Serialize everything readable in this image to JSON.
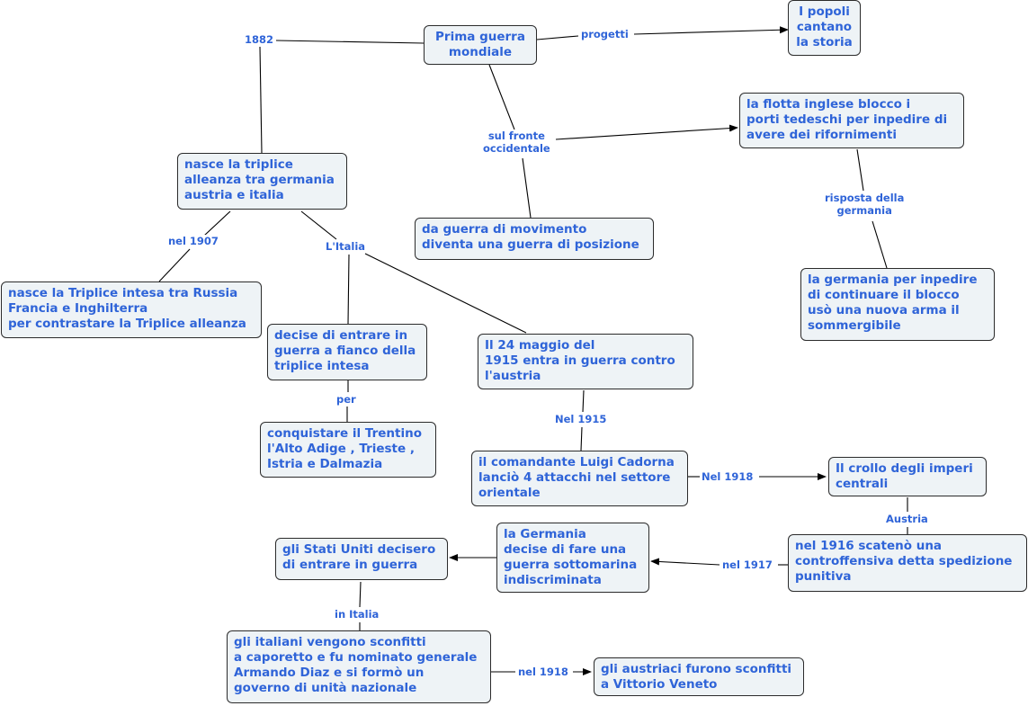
{
  "concept_map": {
    "nodes": {
      "prima_guerra": "Prima guerra\nmondiale",
      "popoli": "I popoli\ncantano\nla storia",
      "flotta": "la flotta inglese blocco i\nporti tedeschi per inpedire di\navere dei rifornimenti",
      "triplice_alleanza": "nasce la triplice\nalleanza tra germania\naustria e italia",
      "guerra_posizione": "da guerra di movimento\ndiventa una guerra di posizione",
      "germania_blocco": "la germania per inpedire\ndi continuare il blocco\nusò una nuova arma il\nsommergibile",
      "triplice_intesa": "nasce la Triplice intesa tra Russia\nFrancia e Inghilterra\nper contrastare la Triplice alleanza",
      "decise_entrare": "decise di entrare in\nguerra a fianco della\ntriplice intesa",
      "maggio_1915": "Il 24 maggio del\n1915 entra in guerra contro\nl'austria",
      "conquistare": "conquistare il Trentino\nl'Alto Adige , Trieste ,\nIstria e Dalmazia",
      "cadorna": "il comandante Luigi Cadorna\nlanciò 4 attacchi nel settore\norientale",
      "crollo": "Il crollo degli imperi\ncentrali",
      "germania_sottomarina": "la Germania\ndecise di fare una\nguerra sottomarina\nindiscriminata",
      "stati_uniti": "gli Stati Uniti decisero\ndi entrare in guerra",
      "spedizione_punitiva": "nel 1916 scatenò una\ncontroffensiva detta spedizione\npunitiva",
      "italiani_sconfitti": "gli italiani vengono sconfitti\na caporetto e fu nominato generale\nArmando Diaz e si formò un\ngoverno di unità nazionale",
      "austriaci_sconfitti": "gli austriaci furono sconfitti\na Vittorio Veneto"
    },
    "labels": {
      "l1882": "1882",
      "progetti": "progetti",
      "fronte": "sul fronte\noccidentale",
      "risposta": "risposta della\ngermania",
      "nel1907": "nel 1907",
      "litalia": "L'Italia",
      "per": "per",
      "nel1915": "Nel 1915",
      "nel1918a": "Nel 1918",
      "austria": "Austria",
      "nel1917": "nel 1917",
      "initalia": "in Italia",
      "nel1918b": "nel 1918"
    },
    "colors": {
      "text": "#2f64d8",
      "node_fill": "#eef3f6",
      "node_border": "#2b2b2b",
      "line": "#000000"
    }
  }
}
